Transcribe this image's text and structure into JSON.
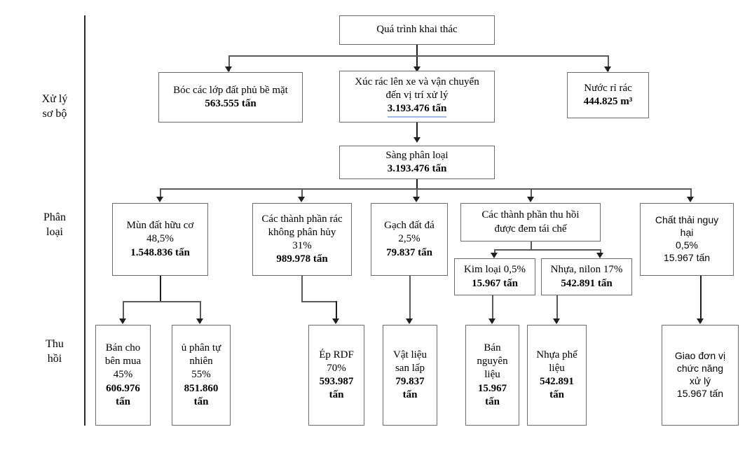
{
  "diagram": {
    "title": "Quy trinh xu ly rac thai",
    "stages": [
      {
        "id": "stage-preprocess",
        "label": "Xử lý\nsơ bộ"
      },
      {
        "id": "stage-sorting",
        "label": "Phân\nloại"
      },
      {
        "id": "stage-recovery",
        "label": "Thu\nhồi"
      }
    ],
    "nodes": {
      "root": {
        "lines": [
          "Quá trình khai thác"
        ]
      },
      "strip_soil": {
        "lines": [
          "Bóc các lớp đất phủ bề mặt"
        ],
        "value": "563.555 tấn"
      },
      "load_transport": {
        "lines": [
          "Xúc rác lên xe và vận chuyển",
          "đến vị trí xử lý"
        ],
        "value": "3.193.476  tấn"
      },
      "leachate": {
        "lines": [
          "Nước rỉ rác"
        ],
        "value": "444.825 m³"
      },
      "screening": {
        "lines": [
          "Sàng phân loại"
        ],
        "value": "3.193.476  tấn"
      },
      "organic": {
        "lines": [
          "Mùn đất hữu cơ"
        ],
        "percent": "48,5%",
        "value": "1.548.836 tấn"
      },
      "nondegradable": {
        "lines": [
          "Các thành phần rác",
          "không phân hủy"
        ],
        "percent": "31%",
        "value": "989.978 tấn"
      },
      "brick_soil": {
        "lines": [
          "Gạch đất đá"
        ],
        "percent": "2,5%",
        "value": "79.837 tấn"
      },
      "recyclable": {
        "lines": [
          "Các thành phần thu hồi",
          "được đem tái chế"
        ]
      },
      "metal": {
        "lines": [
          "Kim loại 0,5%"
        ],
        "value": "15.967 tấn"
      },
      "plastic": {
        "lines": [
          "Nhựa, nilon 17%"
        ],
        "value": "542.891 tấn"
      },
      "hazardous": {
        "lines": [
          "Chất thải nguy",
          "hại"
        ],
        "percent": "0,5%",
        "value": "15.967 tấn"
      },
      "sell_buyer": {
        "lines": [
          "Bán cho",
          "bên mua"
        ],
        "percent": "45%",
        "value": "606.976",
        "unit": "tấn"
      },
      "compost": {
        "lines": [
          "ủ phân tự",
          "nhiên"
        ],
        "percent": "55%",
        "value": "851.860",
        "unit": "tấn"
      },
      "rdf": {
        "lines": [
          "Ép RDF"
        ],
        "percent": "70%",
        "value": "593.987",
        "unit": "tấn"
      },
      "fill_material": {
        "lines": [
          "Vật liệu",
          "san lấp"
        ],
        "value": "79.837",
        "unit": "tấn"
      },
      "sell_material": {
        "lines": [
          "Bán",
          "nguyên",
          "liệu"
        ],
        "value": "15.967",
        "unit": "tấn"
      },
      "plastic_scrap": {
        "lines": [
          "Nhựa phế",
          "liệu"
        ],
        "value": "542.891",
        "unit": "tấn"
      },
      "handover": {
        "lines": [
          "Giao đơn vị",
          "chức năng",
          "xử lý"
        ],
        "value": "15.967 tấn"
      }
    },
    "colors": {
      "box_border": "#6b6b6b",
      "connector": "#5a5a5a",
      "arrow": "#1f1f1f",
      "underline_accent": "#9fb9e3",
      "background": "#ffffff"
    }
  }
}
